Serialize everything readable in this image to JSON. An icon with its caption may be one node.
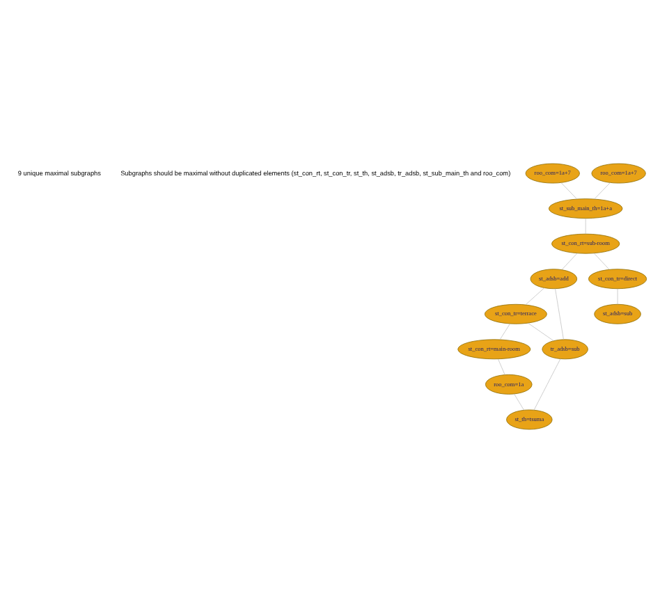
{
  "diagram": {
    "nodes": [
      {
        "text": [
          "roo_com=1a+7"
        ]
      },
      {
        "text": [
          "roo_com=1a+7"
        ]
      },
      {
        "text": [
          "st_sub_main_th=1a+a"
        ]
      },
      {
        "text": [
          "st_con_rt=sub-room"
        ]
      },
      {
        "text": [
          "st_adsb=add"
        ]
      },
      {
        "text": [
          "st_con_tr=direct"
        ]
      },
      {
        "text": [
          "st_adsb=sub"
        ]
      },
      {
        "text": [
          "st_con_tr=terrace"
        ]
      },
      {
        "text": [
          "st_con_rt=main-room"
        ]
      },
      {
        "text": [
          "tr_adsb=sub"
        ]
      },
      {
        "text": [
          "roo_com=1a"
        ]
      },
      {
        "text": [
          "st_th=tsuma"
        ]
      }
    ],
    "edges": [
      {
        "from": 0,
        "to": 2,
        "arrow": "none"
      },
      {
        "from": 1,
        "to": 2,
        "arrow": "none"
      },
      {
        "from": 2,
        "to": 3,
        "arrow": "none"
      },
      {
        "from": 3,
        "to": 5,
        "arrow": "none"
      },
      {
        "from": 5,
        "to": 6,
        "arrow": "none"
      },
      {
        "from": 3,
        "to": 4,
        "arrow": "none"
      },
      {
        "from": 4,
        "to": 7,
        "arrow": "none"
      },
      {
        "from": 4,
        "to": 9,
        "arrow": "none"
      },
      {
        "from": 7,
        "to": 8,
        "arrow": "none"
      },
      {
        "from": 7,
        "to": 9,
        "arrow": "none"
      },
      {
        "from": 8,
        "to": 10,
        "arrow": "none"
      },
      {
        "from": 10,
        "to": 11,
        "arrow": "none"
      },
      {
        "from": 9,
        "to": 11,
        "arrow": "none"
      }
    ],
    "labels": [
      "9 unique maximal subgraphs",
      "Subgraphs should be maximal without duplicated elements (st_con_rt, st_con_tr, st_th, st_adsb, tr_adsb, st_sub_main_th and roo_com)"
    ]
  }
}
